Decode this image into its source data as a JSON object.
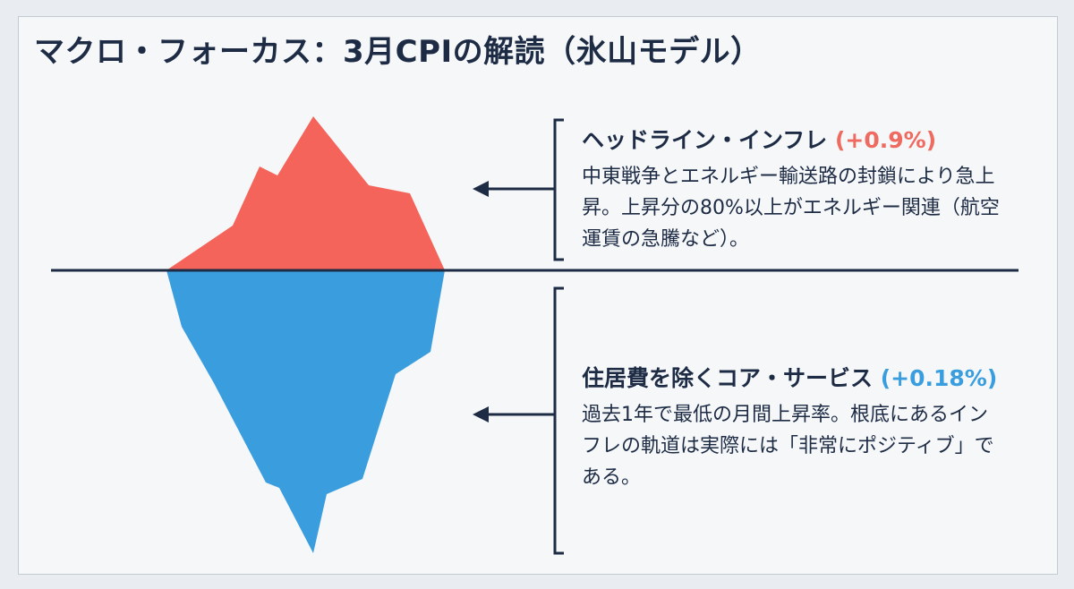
{
  "title": "マクロ・フォーカス：3月CPIの解読（氷山モデル）",
  "colors": {
    "above_water": "#f4645a",
    "below_water": "#3a9ede",
    "text": "#1d2b44"
  },
  "top_block": {
    "heading": "ヘッドライン・インフレ",
    "value": "(+0.9%)",
    "body": "中東戦争とエネルギー輸送路の封鎖により急上昇。上昇分の80%以上がエネルギー関連（航空運賃の急騰など）。"
  },
  "bottom_block": {
    "heading": "住居費を除くコア・サービス",
    "value": "(+0.18%)",
    "body": "過去1年で最低の月間上昇率。根底にあるインフレの軌道は実際には「非常にポジティブ」である。"
  }
}
